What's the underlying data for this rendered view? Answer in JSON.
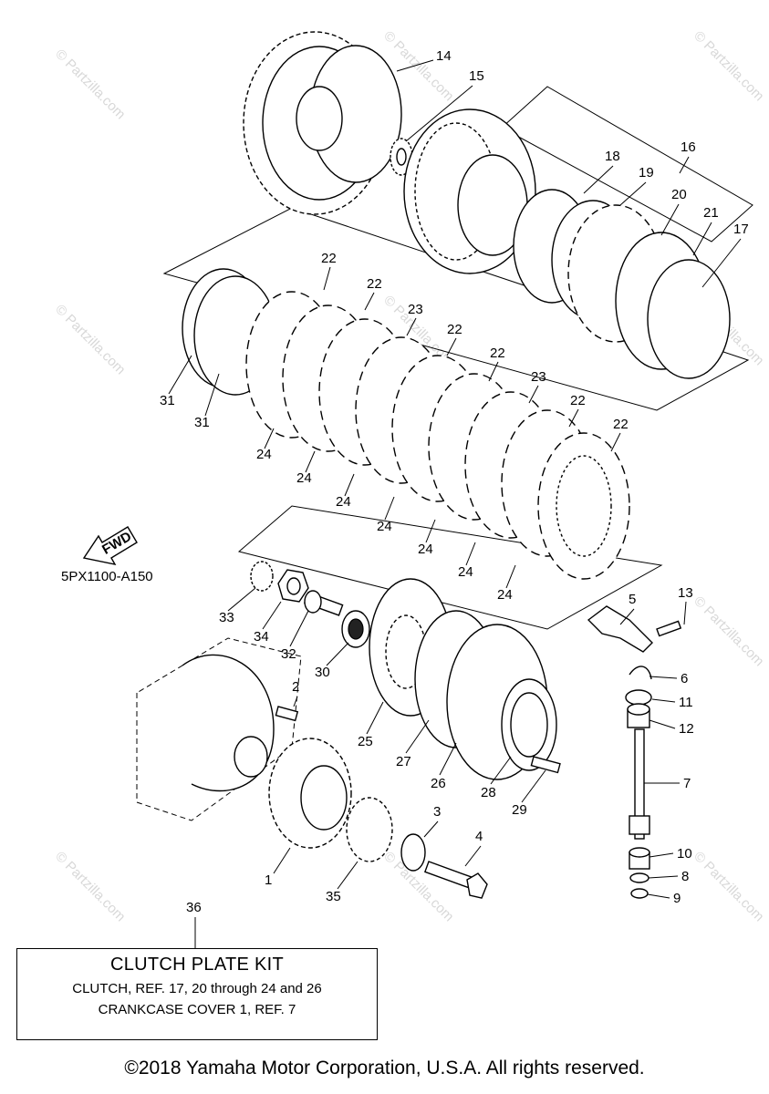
{
  "diagram_code": "5PX1100-A150",
  "fwd_label": "FWD",
  "watermark": "© Partzilla.com",
  "callouts": [
    "14",
    "15",
    "16",
    "17",
    "18",
    "19",
    "20",
    "21",
    "22",
    "22",
    "23",
    "22",
    "22",
    "23",
    "22",
    "22",
    "24",
    "24",
    "24",
    "24",
    "24",
    "24",
    "24",
    "31",
    "31",
    "33",
    "34",
    "32",
    "30",
    "25",
    "27",
    "26",
    "28",
    "29",
    "5",
    "13",
    "6",
    "11",
    "12",
    "7",
    "10",
    "8",
    "9",
    "2",
    "1",
    "35",
    "3",
    "4",
    "36"
  ],
  "kit": {
    "title": "CLUTCH PLATE KIT",
    "line1": "CLUTCH, REF. 17, 20 through 24 and 26",
    "line2": "CRANKCASE COVER 1, REF.  7"
  },
  "copyright": "©2018 Yamaha Motor Corporation, U.S.A. All rights reserved."
}
